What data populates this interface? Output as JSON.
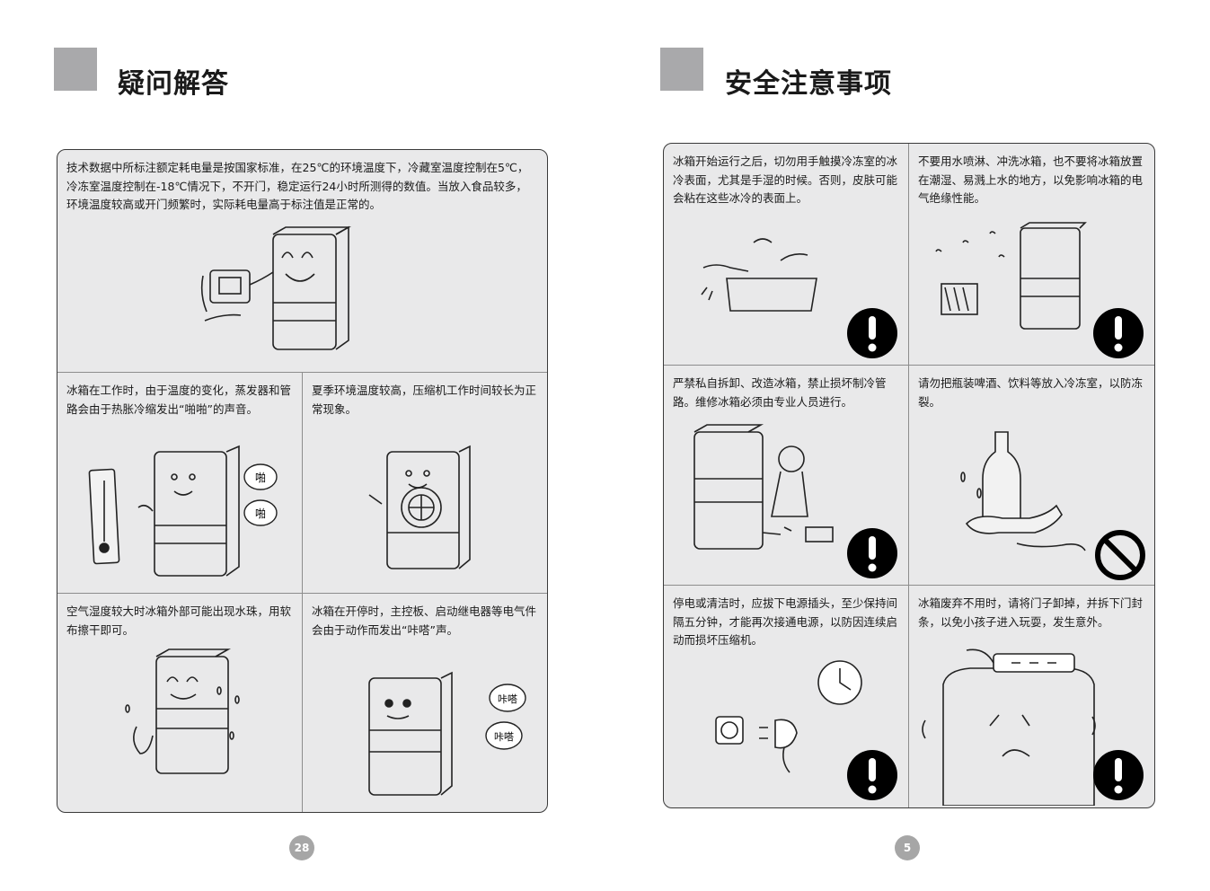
{
  "left_page": {
    "title": "疑问解答",
    "page_number": "28",
    "cells": [
      {
        "text": "技术数据中所标注额定耗电量是按国家标准，在25℃的环境温度下，冷藏室温度控制在5℃，冷冻室温度控制在-18℃情况下，不开门，稳定运行24小时所测得的数值。当放入食品较多，环境温度较高或开门频繁时，实际耗电量高于标注值是正常的。"
      },
      {
        "text": "冰箱在工作时，由于温度的变化，蒸发器和管路会由于热胀冷缩发出“啪啪”的声音。",
        "bubbles": [
          "啪",
          "啪"
        ]
      },
      {
        "text": "夏季环境温度较高，压缩机工作时间较长为正常现象。"
      },
      {
        "text": "空气湿度较大时冰箱外部可能出现水珠，用软布擦干即可。"
      },
      {
        "text": "冰箱在开停时，主控板、启动继电器等电气件会由于动作而发出“咔嗒”声。",
        "bubbles": [
          "咔嗒",
          "咔嗒"
        ]
      }
    ]
  },
  "right_page": {
    "title": "安全注意事项",
    "page_number": "5",
    "cells": [
      {
        "text": "冰箱开始运行之后，切勿用手触摸冷冻室的冰冷表面，尤其是手湿的时候。否则，皮肤可能会粘在这些冰冷的表面上。",
        "icon": "exclamation-icon"
      },
      {
        "text": "不要用水喷淋、冲洗冰箱，也不要将冰箱放置在潮湿、易溅上水的地方，以免影响冰箱的电气绝缘性能。",
        "icon": "exclamation-icon"
      },
      {
        "text": "严禁私自拆卸、改造冰箱，禁止损坏制冷管路。维修冰箱必须由专业人员进行。",
        "icon": "exclamation-icon"
      },
      {
        "text": "请勿把瓶装啤酒、饮料等放入冷冻室，以防冻裂。",
        "icon": "prohibition-icon"
      },
      {
        "text": "停电或清洁时，应拔下电源插头，至少保持间隔五分钟，才能再次接通电源，以防因连续启动而损坏压缩机。",
        "icon": "exclamation-icon"
      },
      {
        "text": "冰箱废弃不用时，请将门子卸掉，并拆下门封条，以免小孩子进入玩耍，发生意外。",
        "icon": "exclamation-icon"
      }
    ]
  },
  "colors": {
    "panel_bg": "#e9e9ea",
    "title_block": "#a9a9ab",
    "page_number_bg": "#a6a6a6",
    "icon": "#000000"
  }
}
